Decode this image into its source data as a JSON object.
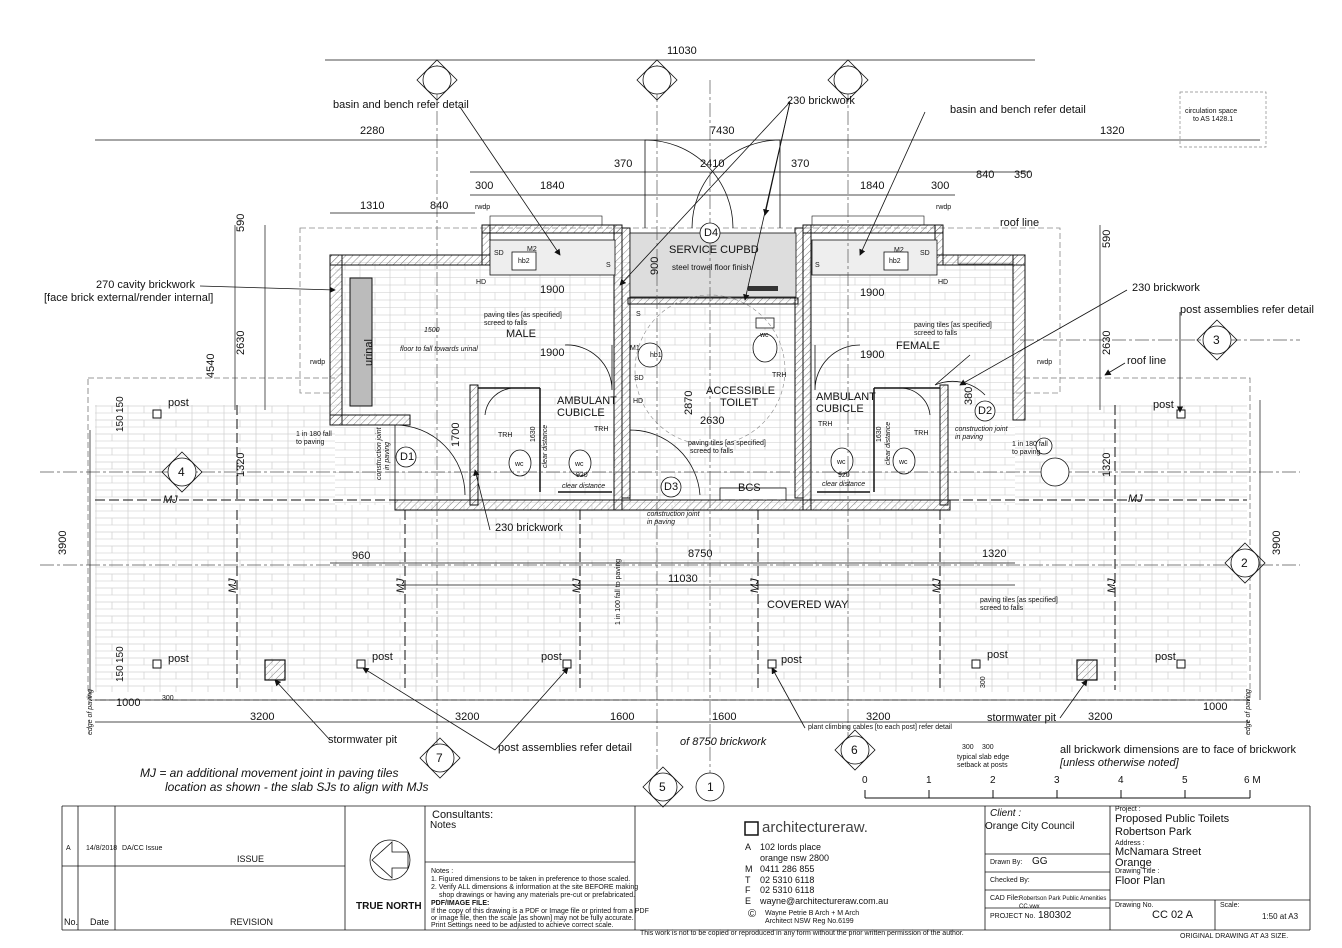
{
  "dimensions": {
    "overall_top": "11030",
    "top_left": "2280",
    "top_mid": "7430",
    "top_right": "1320",
    "d370_l": "370",
    "d2410": "2410",
    "d370_r": "370",
    "d300_l": "300",
    "d1840_l": "1840",
    "d1840_r": "1840",
    "d300_r": "300",
    "d840_r": "840",
    "d350": "350",
    "d1310": "1310",
    "d840_l": "840",
    "d590_l": "590",
    "d590_r": "590",
    "d2630_l": "2630",
    "d2630_r": "2630",
    "d4540": "4540",
    "d1900_a": "1900",
    "d1900_b": "1900",
    "d1900_c": "1900",
    "d1900_d": "1900",
    "d900": "900",
    "d2870": "2870",
    "d2630_mid": "2630",
    "d1700": "1700",
    "d1320_l": "1320",
    "d1320_r": "1320",
    "d380": "380",
    "d150_a": "150",
    "d150_b": "150",
    "d150_c": "150",
    "d150_d": "150",
    "d3900_l": "3900",
    "d3900_r": "3900",
    "d960": "960",
    "d8750": "8750",
    "d1320_bot": "1320",
    "d11030_bot": "11030",
    "d1000_l": "1000",
    "d1000_r": "1000",
    "d300_bl": "300",
    "d300_br": "300",
    "d3200_a": "3200",
    "d3200_b": "3200",
    "d1600_a": "1600",
    "d1600_b": "1600",
    "d3200_c": "3200",
    "d3200_d": "3200",
    "d920_a": "920",
    "d920_b": "920",
    "d1630_a": "1630",
    "d1630_b": "1630",
    "d1500": "1500",
    "d300_slab_a": "300",
    "d300_slab_b": "300"
  },
  "labels": {
    "basin_left": "basin and bench refer detail",
    "basin_right": "basin and bench refer detail",
    "brick230_top": "230 brickwork",
    "brick230_right": "230 brickwork",
    "brick230_bottom": "230 brickwork",
    "cavity1": "270 cavity brickwork",
    "cavity2": "[face brick external/render internal]",
    "roofline_top": "roof line",
    "roofline_right": "roof line",
    "post_assemblies_right": "post assemblies refer detail",
    "post_assemblies_bottom": "post assemblies refer detail",
    "circulation1": "circulation space",
    "circulation2": "to AS 1428.1",
    "service": "SERVICE CUPBD",
    "steel": "steel trowel floor finish",
    "male": "MALE",
    "female": "FEMALE",
    "accessible1": "ACCESSIBLE",
    "accessible2": "TOILET",
    "amb_l1": "AMBULANT",
    "amb_l2": "CUBICLE",
    "amb_r1": "AMBULANT",
    "amb_r2": "CUBICLE",
    "urinal": "urinal",
    "floor_fall": "floor to fall towards urinal",
    "paving_male1": "paving tiles [as specified]",
    "paving_male2": "screed to falls",
    "paving_female1": "paving tiles [as specified]",
    "paving_female2": "screed to falls",
    "paving_acc1": "paving tiles [as specified]",
    "paving_acc2": "screed to falls",
    "paving_cw1": "paving tiles [as specified]",
    "paving_cw2": "screed to falls",
    "bcs": "BCS",
    "hb1": "hb1",
    "hb2_l": "hb2",
    "hb2_r": "hb2",
    "m1": "M1",
    "m2_l": "M2",
    "m2_r": "M2",
    "sd_l": "SD",
    "sd_r": "SD",
    "sd_acc": "SD",
    "hd_l": "HD",
    "hd_r": "HD",
    "hd_acc": "HD",
    "s_l": "S",
    "s_r": "S",
    "s_acc": "S",
    "trh_a": "TRH",
    "trh_b": "TRH",
    "trh_c": "TRH",
    "trh_d": "TRH",
    "trh_acc": "TRH",
    "wc_a": "wc",
    "wc_b": "wc",
    "wc_c": "wc",
    "wc_d": "wc",
    "wc_acc": "wc",
    "clear_a": "clear distance",
    "clear_b": "clear distance",
    "clear_c": "clear distance",
    "clear_d": "clear distance",
    "rwdp_a": "rwdp",
    "rwdp_b": "rwdp",
    "rwdp_c": "rwdp",
    "rwdp_d": "rwdp",
    "constr_l1": "construction joint",
    "constr_l2": "in paving",
    "constr_c1": "construction joint",
    "constr_c2": "in paving",
    "constr_r1": "construction joint",
    "constr_r2": "in paving",
    "fall_l1": "1 in 180 fall",
    "fall_l2": "to paving",
    "fall_r1": "1 in 180 fall",
    "fall_r2": "to paving",
    "fall_v": "1 in 100 fall to paving",
    "covered": "COVERED WAY",
    "post_a": "post",
    "post_b": "post",
    "post_c": "post",
    "post_d": "post",
    "post_e": "post",
    "post_f": "post",
    "post_g": "post",
    "post_h": "post",
    "mj_l": "MJ",
    "mj_r": "MJ",
    "mj_v1": "MJ",
    "mj_v2": "MJ",
    "mj_v3": "MJ",
    "mj_v4": "MJ",
    "mj_v5": "MJ",
    "mj_v6": "MJ",
    "stormwater_l": "stormwater pit",
    "stormwater_r": "stormwater pit",
    "of8750": "of 8750 brickwork",
    "plant": "plant climbing cables [to each post] refer detail",
    "slab1": "typical slab edge",
    "slab2": "setback at posts",
    "edge_l": "edge of paving",
    "edge_r": "edge of paving",
    "brick_note1": "all brickwork dimensions are to face of brickwork",
    "brick_note2": "[unless otherwise noted]",
    "mj_note1": "MJ = an additional movement joint in paving tiles",
    "mj_note2": "location as shown - the slab SJs to align with MJs"
  },
  "markers": {
    "d1": "D1",
    "d2": "D2",
    "d3": "D3",
    "d4": "D4",
    "g1": "1",
    "g2": "2",
    "g3": "3",
    "g4": "4",
    "g5": "5",
    "g6": "6",
    "g7": "7"
  },
  "scale_bar": {
    "ticks": [
      "0",
      "1",
      "2",
      "3",
      "4",
      "5",
      "6 M"
    ]
  },
  "title_block": {
    "rev_letter": "A",
    "rev_date": "14/8/2018",
    "rev_desc": "DA/CC Issue",
    "issue": "ISSUE",
    "no": "No.",
    "date": "Date",
    "revision": "REVISION",
    "true_north": "TRUE NORTH",
    "consultants": "Consultants:",
    "consultants_notes": "Notes",
    "notes_title": "Notes :",
    "note1": "1. Figured dimensions to be taken in preference to those scaled.",
    "note2a": "2. Verify ALL dimensions & information at the site BEFORE making",
    "note2b": "shop drawings or having any materials pre-cut or prefabricated.",
    "pdf_title": "PDF/IMAGE FILE:",
    "pdf1": "If the copy of this drawing is a PDF or Image file or printed from a PDF",
    "pdf2": "or image file, then the scale [as shown] may not be fully accurate.",
    "pdf3": "Print Settings need to be adjusted to achieve correct scale.",
    "firm": "architectureraw.",
    "addr_a_k": "A",
    "addr_a": "102  lords place",
    "addr_a2": "orange  nsw  2800",
    "addr_m_k": "M",
    "addr_m": "0411 286 855",
    "addr_t_k": "T",
    "addr_t": "02 5310 6118",
    "addr_f_k": "F",
    "addr_f": "02 5310 6118",
    "addr_e_k": "E",
    "addr_e": "wayne@architectureraw.com.au",
    "copy_sym": "©",
    "copy1": "Wayne Petrie B Arch + M Arch",
    "copy2": "Architect NSW Reg No.6199",
    "copyright": "This work is not to be copied or reproduced in any form without the prior written permission of the author.",
    "client_label": "Client :",
    "client": "Orange City Council",
    "drawn_label": "Drawn By:",
    "drawn": "GG",
    "checked_label": "Checked By:",
    "cad_label": "CAD File:",
    "cad": "Robertson Park Public Amenities CC.vwx",
    "projno_label": "PROJECT No.",
    "projno": "180302",
    "project_label": "Project :",
    "project1": "Proposed Public Toilets",
    "project2": "Robertson Park",
    "address_label": "Address :",
    "address1": "McNamara Street",
    "address2": "Orange",
    "title_label": "Drawing Title :",
    "title": "Floor Plan",
    "drawing_no_label": "Drawing No.",
    "drawing_no": "CC 02 A",
    "scale_label": "Scale:",
    "scale": "1:50 at A3",
    "original": "ORIGINAL DRAWING AT A3 SIZE."
  }
}
